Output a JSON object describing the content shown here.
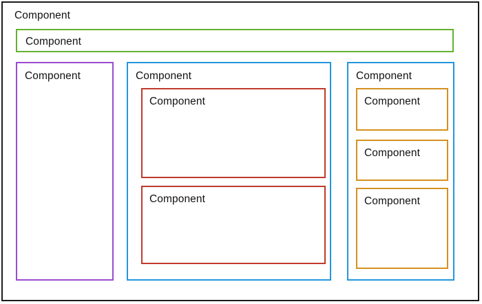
{
  "colors": {
    "frame_border": "#1a1a1a",
    "green": "#63b22f",
    "purple": "#9a4ad1",
    "blue": "#2196dd",
    "red": "#c0392b",
    "orange": "#d4901f",
    "background": "#ffffff",
    "text": "#111111"
  },
  "root": {
    "title": "Component"
  },
  "band": {
    "green": {
      "label": "Component"
    }
  },
  "columns": {
    "left_purple": {
      "label": "Component"
    },
    "middle_blue": {
      "label": "Component",
      "cards": [
        {
          "label": "Component"
        },
        {
          "label": "Component"
        }
      ]
    },
    "right_blue": {
      "label": "Component",
      "cards": [
        {
          "label": "Component"
        },
        {
          "label": "Component"
        },
        {
          "label": "Component"
        }
      ]
    }
  }
}
